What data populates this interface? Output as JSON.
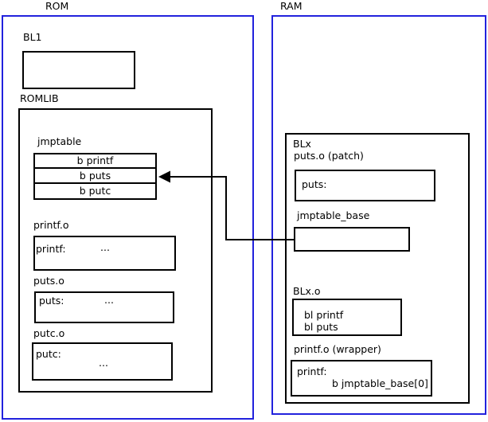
{
  "colors": {
    "region_border": "#2222dd",
    "box_border": "#000000",
    "background": "#ffffff",
    "arrow": "#000000"
  },
  "rom": {
    "label": "ROM",
    "bl1": {
      "label": "BL1"
    },
    "romlib": {
      "label": "ROMLIB",
      "jmptable": {
        "label": "jmptable",
        "rows": [
          "b printf",
          "b puts",
          "b putc"
        ]
      },
      "objects": [
        {
          "label": "printf.o",
          "symbol": "printf:",
          "more": "..."
        },
        {
          "label": "puts.o",
          "symbol": "puts:",
          "more": "..."
        },
        {
          "label": "putc.o",
          "symbol": "putc:",
          "more": "..."
        }
      ]
    }
  },
  "ram": {
    "label": "RAM",
    "blx": {
      "label": "BLx",
      "puts_patch": {
        "label": "puts.o (patch)",
        "symbol": "puts:"
      },
      "jmptable_base": {
        "label": "jmptable_base"
      },
      "blx_o": {
        "label": "BLx.o",
        "instructions": [
          "bl printf",
          "bl puts"
        ]
      },
      "printf_wrapper": {
        "label": "printf.o (wrapper)",
        "symbol": "printf:",
        "instruction": "b jmptable_base[0]"
      }
    }
  }
}
